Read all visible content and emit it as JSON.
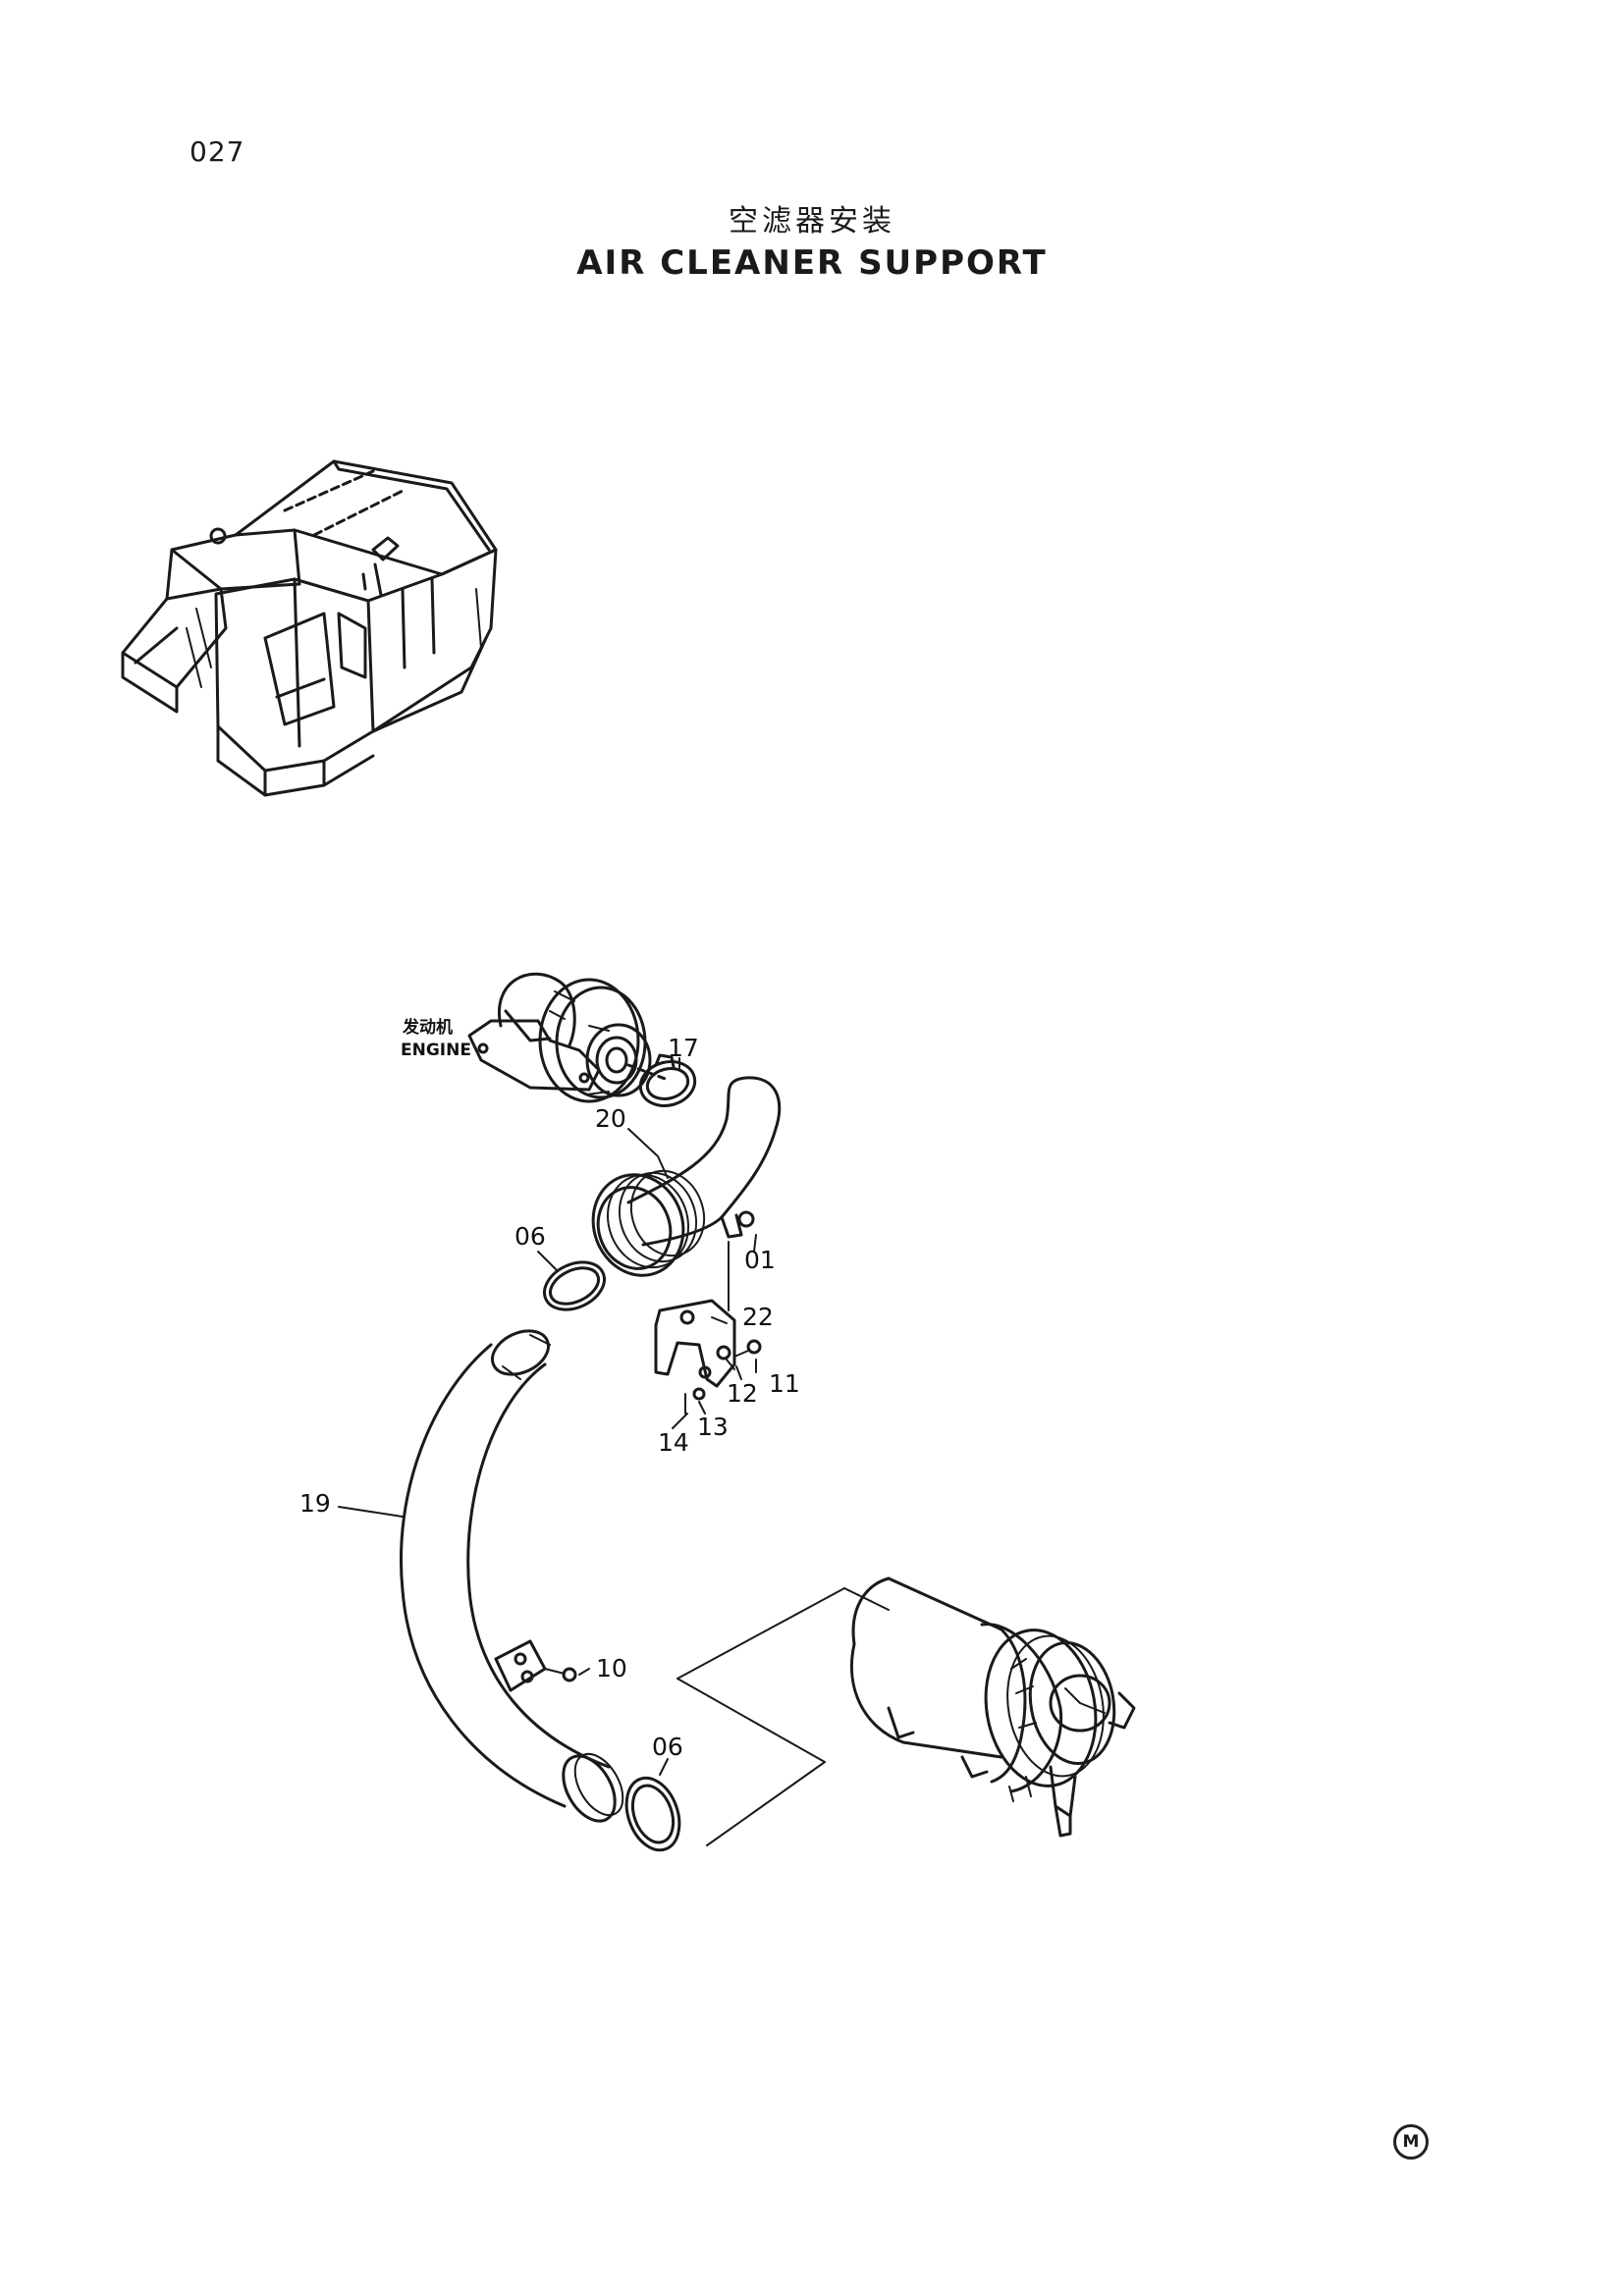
{
  "page": {
    "number": "027",
    "title_cn": "空滤器安装",
    "title_en": "AIR CLEANER SUPPORT",
    "mark_symbol": "M"
  },
  "diagram": {
    "engine_label_cn": "发动机",
    "engine_label_en": "ENGINE",
    "callouts": {
      "c17": "17",
      "c20": "20",
      "c06a": "06",
      "c01": "01",
      "c22": "22",
      "c11": "11",
      "c12": "12",
      "c13": "13",
      "c14": "14",
      "c19": "19",
      "c10": "10",
      "c06b": "06"
    }
  }
}
